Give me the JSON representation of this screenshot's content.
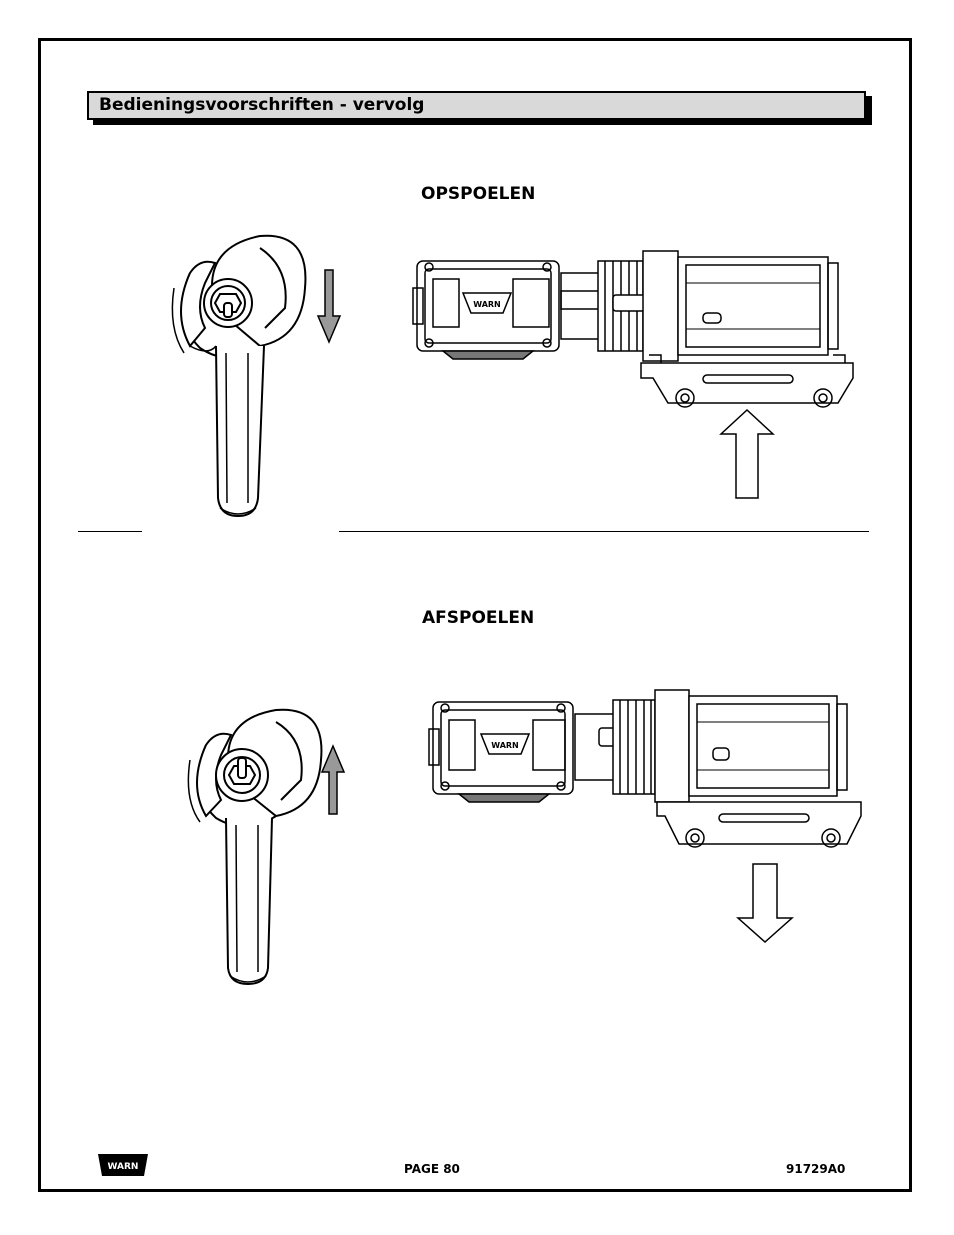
{
  "header": {
    "title": "Bedieningsvoorschriften - vervolg"
  },
  "sections": [
    {
      "title": "OPSPOELEN",
      "lever_arrow": "down",
      "winch_arrow": "up"
    },
    {
      "title": "AFSPOELEN",
      "lever_arrow": "up",
      "winch_arrow": "down"
    }
  ],
  "winch_logo_text": "WARN",
  "footer": {
    "logo_text": "WARN",
    "page_label": "PAGE 80",
    "doc_number": "91729A0"
  }
}
